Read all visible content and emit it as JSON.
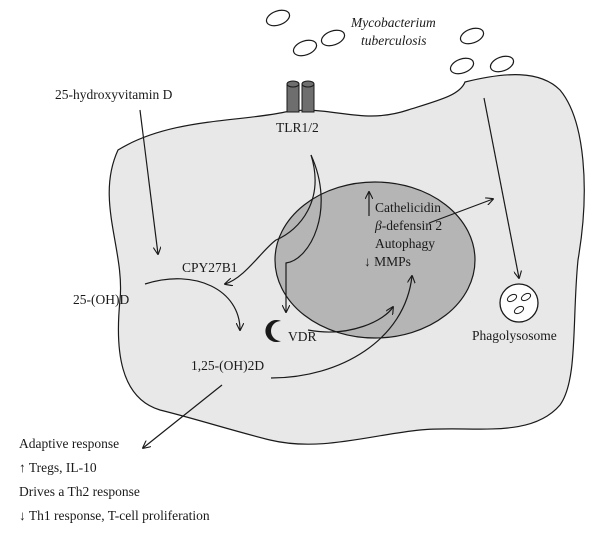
{
  "pathogen": {
    "line1": "Mycobacterium",
    "line2": "tuberculosis"
  },
  "receptor": {
    "label": "TLR1/2"
  },
  "precursor": {
    "label": "25-hydroxyvitamin D"
  },
  "enzyme": {
    "label": "CPY27B1"
  },
  "metabolites": {
    "inactive": "25-(OH)D",
    "active": "1,25-(OH)2D"
  },
  "vdr": {
    "label": "VDR"
  },
  "nucleus_effects": {
    "line1": "Cathelicidin",
    "line2_prefix": "β",
    "line2_rest": "-defensin 2",
    "line3": "Autophagy",
    "line4": "↓ MMPs"
  },
  "phagolysosome": {
    "label": "Phagolysosome"
  },
  "adaptive": {
    "line1": "Adaptive response",
    "line2": "↑ Tregs, IL-10",
    "line3": "Drives a Th2 response",
    "line4": "↓ Th1 response, T-cell proliferation"
  },
  "colors": {
    "cell_fill": "#e8e8e8",
    "nucleus_fill": "#b5b5b5",
    "receptor_fill": "#6e6e6e",
    "line": "#1a1a1a"
  }
}
